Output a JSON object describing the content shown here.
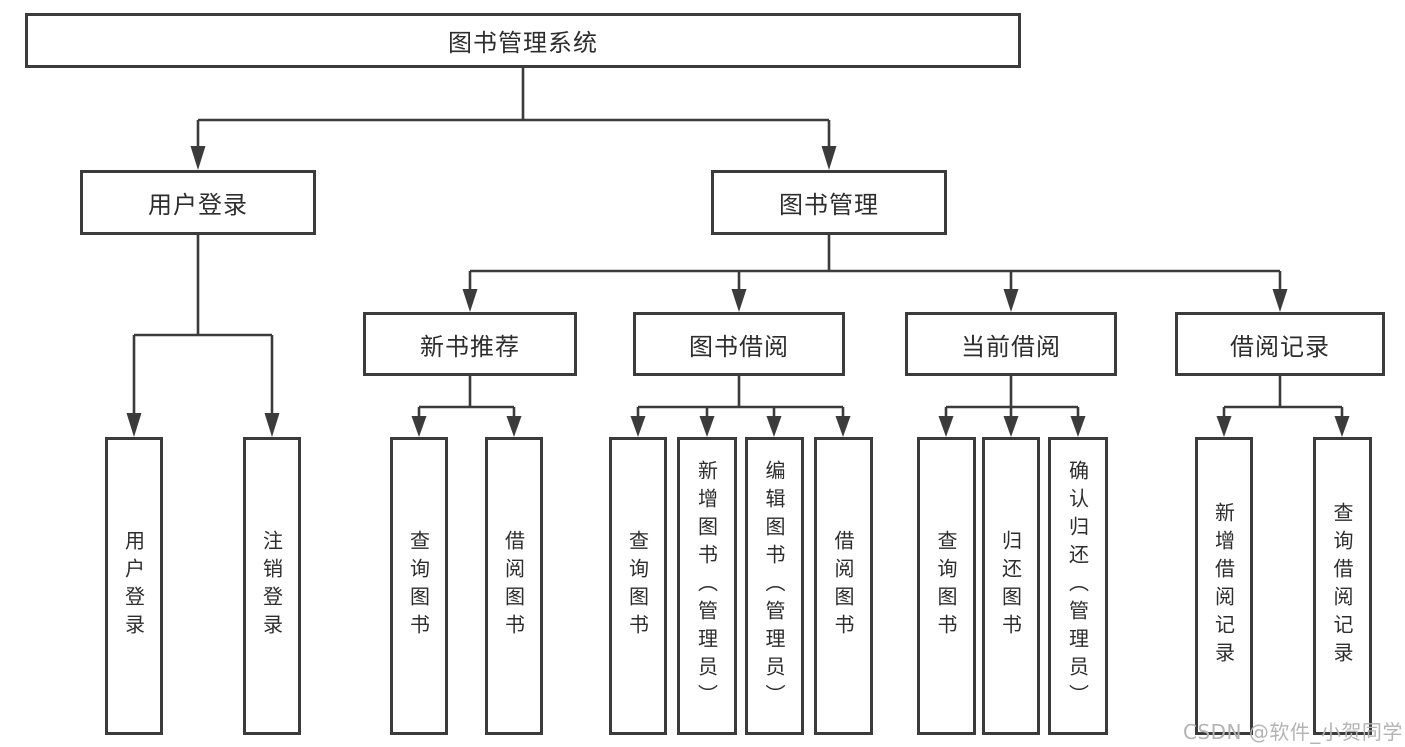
{
  "tree": {
    "root": {
      "label": "图书管理系统"
    },
    "children": [
      {
        "label": "用户登录",
        "children": [
          {
            "label": "用户登录"
          },
          {
            "label": "注销登录"
          }
        ]
      },
      {
        "label": "图书管理",
        "children": [
          {
            "label": "新书推荐",
            "children": [
              {
                "label": "查询图书"
              },
              {
                "label": "借阅图书"
              }
            ]
          },
          {
            "label": "图书借阅",
            "children": [
              {
                "label": "查询图书"
              },
              {
                "label": "新增图书（管理员）"
              },
              {
                "label": "编辑图书（管理员）"
              },
              {
                "label": "借阅图书"
              }
            ]
          },
          {
            "label": "当前借阅",
            "children": [
              {
                "label": "查询图书"
              },
              {
                "label": "归还图书"
              },
              {
                "label": "确认归还（管理员）"
              }
            ]
          },
          {
            "label": "借阅记录",
            "children": [
              {
                "label": "新增借阅记录"
              },
              {
                "label": "查询借阅记录"
              }
            ]
          }
        ]
      }
    ]
  },
  "watermark": {
    "text": "CSDN @软件_小贺同学"
  },
  "colors": {
    "line": "#3b3b3b",
    "text": "#2d2d2d",
    "watermark": "#b4b4b4",
    "background": "#ffffff"
  }
}
